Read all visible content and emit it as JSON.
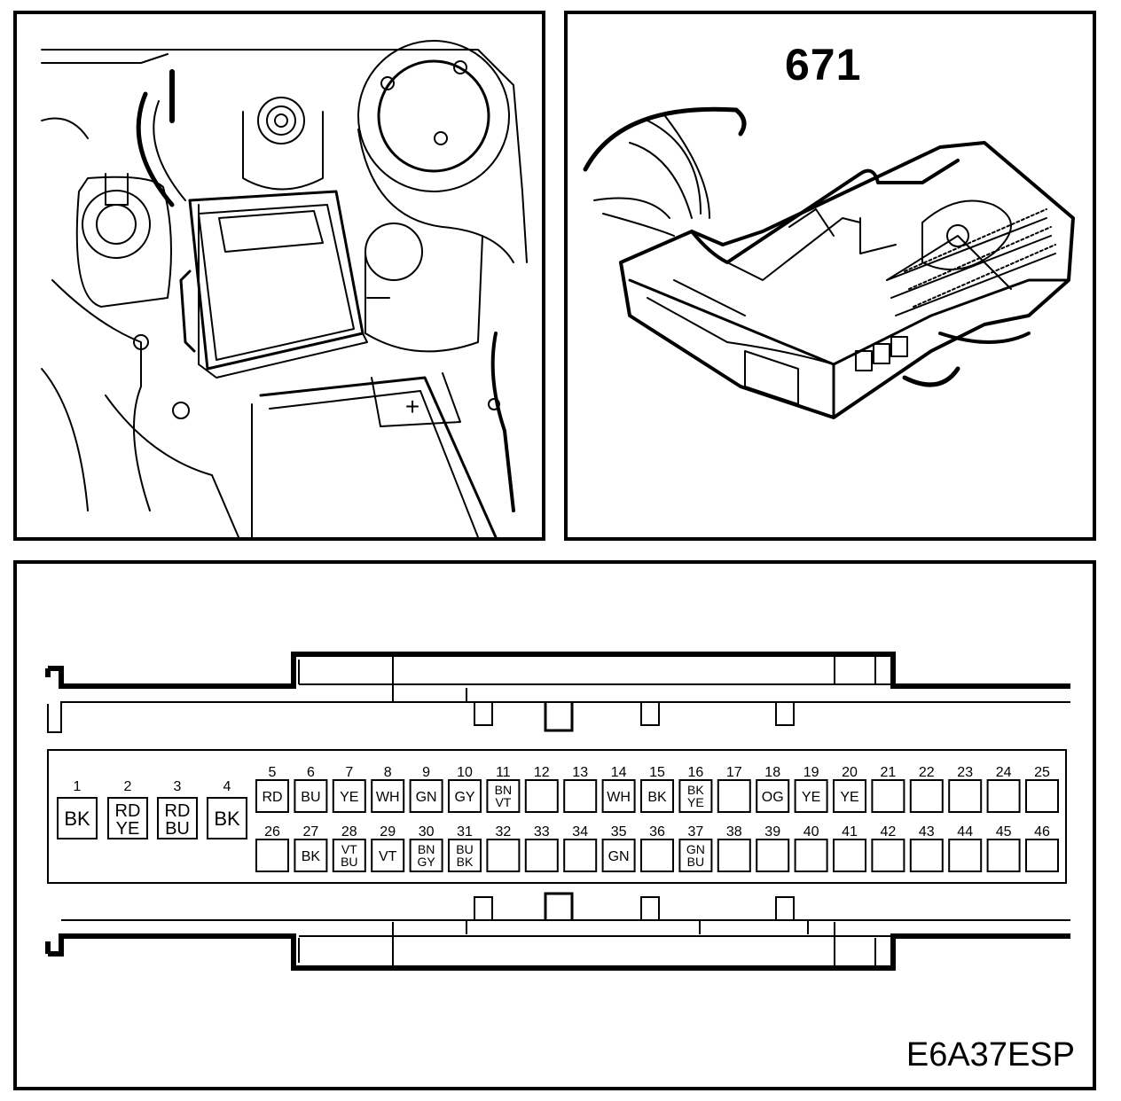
{
  "module_number": "671",
  "diagram_code": "E6A37ESP",
  "engine_bay_symbol": "+",
  "connector": {
    "top_pins": [
      {
        "num": "5",
        "colors": [
          "RD"
        ]
      },
      {
        "num": "6",
        "colors": [
          "BU"
        ]
      },
      {
        "num": "7",
        "colors": [
          "YE"
        ]
      },
      {
        "num": "8",
        "colors": [
          "WH"
        ]
      },
      {
        "num": "9",
        "colors": [
          "GN"
        ]
      },
      {
        "num": "10",
        "colors": [
          "GY"
        ]
      },
      {
        "num": "11",
        "colors": [
          "BN",
          "VT"
        ]
      },
      {
        "num": "12",
        "colors": []
      },
      {
        "num": "13",
        "colors": []
      },
      {
        "num": "14",
        "colors": [
          "WH"
        ]
      },
      {
        "num": "15",
        "colors": [
          "BK"
        ]
      },
      {
        "num": "16",
        "colors": [
          "BK",
          "YE"
        ]
      },
      {
        "num": "17",
        "colors": []
      },
      {
        "num": "18",
        "colors": [
          "OG"
        ]
      },
      {
        "num": "19",
        "colors": [
          "YE"
        ]
      },
      {
        "num": "20",
        "colors": [
          "YE"
        ]
      },
      {
        "num": "21",
        "colors": []
      },
      {
        "num": "22",
        "colors": []
      },
      {
        "num": "23",
        "colors": []
      },
      {
        "num": "24",
        "colors": []
      },
      {
        "num": "25",
        "colors": []
      }
    ],
    "bottom_pins": [
      {
        "num": "26",
        "colors": []
      },
      {
        "num": "27",
        "colors": [
          "BK"
        ]
      },
      {
        "num": "28",
        "colors": [
          "VT",
          "BU"
        ]
      },
      {
        "num": "29",
        "colors": [
          "VT"
        ]
      },
      {
        "num": "30",
        "colors": [
          "BN",
          "GY"
        ]
      },
      {
        "num": "31",
        "colors": [
          "BU",
          "BK"
        ]
      },
      {
        "num": "32",
        "colors": []
      },
      {
        "num": "33",
        "colors": []
      },
      {
        "num": "34",
        "colors": []
      },
      {
        "num": "35",
        "colors": [
          "GN"
        ]
      },
      {
        "num": "36",
        "colors": []
      },
      {
        "num": "37",
        "colors": [
          "GN",
          "BU"
        ]
      },
      {
        "num": "38",
        "colors": []
      },
      {
        "num": "39",
        "colors": []
      },
      {
        "num": "40",
        "colors": []
      },
      {
        "num": "41",
        "colors": []
      },
      {
        "num": "42",
        "colors": []
      },
      {
        "num": "43",
        "colors": []
      },
      {
        "num": "44",
        "colors": []
      },
      {
        "num": "45",
        "colors": []
      },
      {
        "num": "46",
        "colors": []
      }
    ],
    "power_pins": [
      {
        "num": "1",
        "colors": [
          "BK"
        ]
      },
      {
        "num": "2",
        "colors": [
          "RD",
          "YE"
        ]
      },
      {
        "num": "3",
        "colors": [
          "RD",
          "BU"
        ]
      },
      {
        "num": "4",
        "colors": [
          "BK"
        ]
      }
    ]
  }
}
